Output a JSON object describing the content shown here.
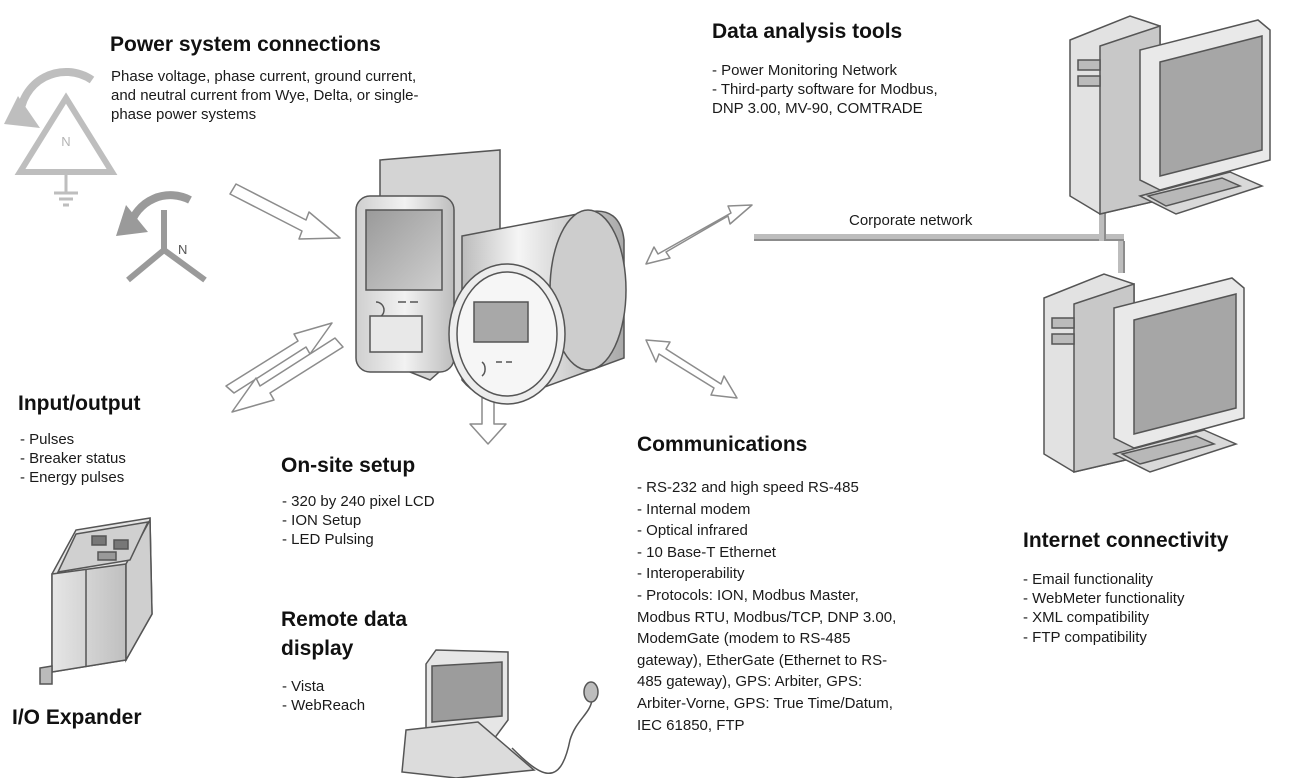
{
  "power": {
    "title": "Power system connections",
    "desc": [
      "Phase voltage, phase current, ground current,",
      "and neutral current from Wye, Delta, or single-",
      "phase power systems"
    ],
    "neutral_label": "N"
  },
  "data_analysis": {
    "title": "Data analysis tools",
    "items": [
      "- Power Monitoring Network",
      "- Third-party software for Modbus,",
      "DNP 3.00, MV-90, COMTRADE"
    ]
  },
  "network": {
    "label": "Corporate network"
  },
  "io": {
    "title": "Input/output",
    "items": [
      "- Pulses",
      "- Breaker status",
      "- Energy pulses"
    ],
    "expander_title": "I/O Expander"
  },
  "onsite": {
    "title": "On-site setup",
    "items": [
      "- 320 by 240 pixel LCD",
      "- ION Setup",
      "- LED Pulsing"
    ]
  },
  "remote": {
    "title": [
      "Remote data",
      "display"
    ],
    "items": [
      "- Vista",
      "- WebReach"
    ]
  },
  "comms": {
    "title": "Communications",
    "items": [
      "- RS-232 and high speed RS-485",
      "- Internal modem",
      "- Optical infrared",
      "- 10 Base-T Ethernet",
      "- Interoperability"
    ],
    "protocols": [
      "- Protocols: ION, Modbus Master,",
      "Modbus RTU, Modbus/TCP, DNP 3.00,",
      "ModemGate (modem to RS-485",
      "gateway), EtherGate (Ethernet to RS-",
      "485 gateway), GPS: Arbiter, GPS:",
      "Arbiter-Vorne, GPS: True Time/Datum,",
      "IEC 61850, FTP"
    ]
  },
  "internet": {
    "title": "Internet connectivity",
    "items": [
      "- Email functionality",
      "- WebMeter functionality",
      "- XML compatibility",
      "- FTP compatibility"
    ]
  }
}
